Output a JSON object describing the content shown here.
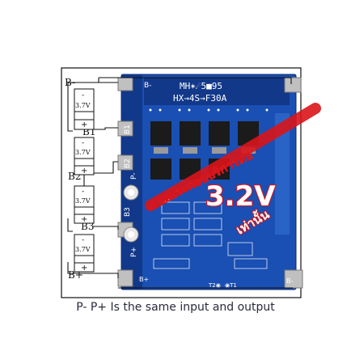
{
  "colors": {
    "pcb": "#1a4fb3",
    "pcb_dark": "#12388a",
    "silkscreen": "#ffffff",
    "copper_pad": "#c0c0c0",
    "wire": "#111111",
    "cell_fill": "#ffffff",
    "overlay_red": "#d9141a",
    "overlay_text": "#ffffff"
  },
  "diagram": {
    "terminals": [
      "B-",
      "B1",
      "B2",
      "B3",
      "B+"
    ],
    "cells": [
      {
        "voltage": "3.7V",
        "plus": "+",
        "minus": "-"
      },
      {
        "voltage": "3.7V",
        "plus": "+",
        "minus": "-"
      },
      {
        "voltage": "3.7V",
        "plus": "+",
        "minus": "-"
      },
      {
        "voltage": "3.7V",
        "plus": "+",
        "minus": "-"
      }
    ]
  },
  "board": {
    "model_line1": "MH✶☄5■95",
    "model_line2": "HX→4S→F30A",
    "pad_labels": [
      "B-",
      "B1",
      "B2",
      "P-",
      "B3",
      "P+",
      "B+",
      "B-"
    ],
    "bottom_marks": [
      "T2◉",
      "◉T1"
    ]
  },
  "overlay": {
    "thai_line1": "ภาพประกอบบริการต่อ",
    "voltage": "3.2V",
    "thai_line2": "เท่านั้น"
  },
  "caption": "P- P+ Is the same input and output"
}
